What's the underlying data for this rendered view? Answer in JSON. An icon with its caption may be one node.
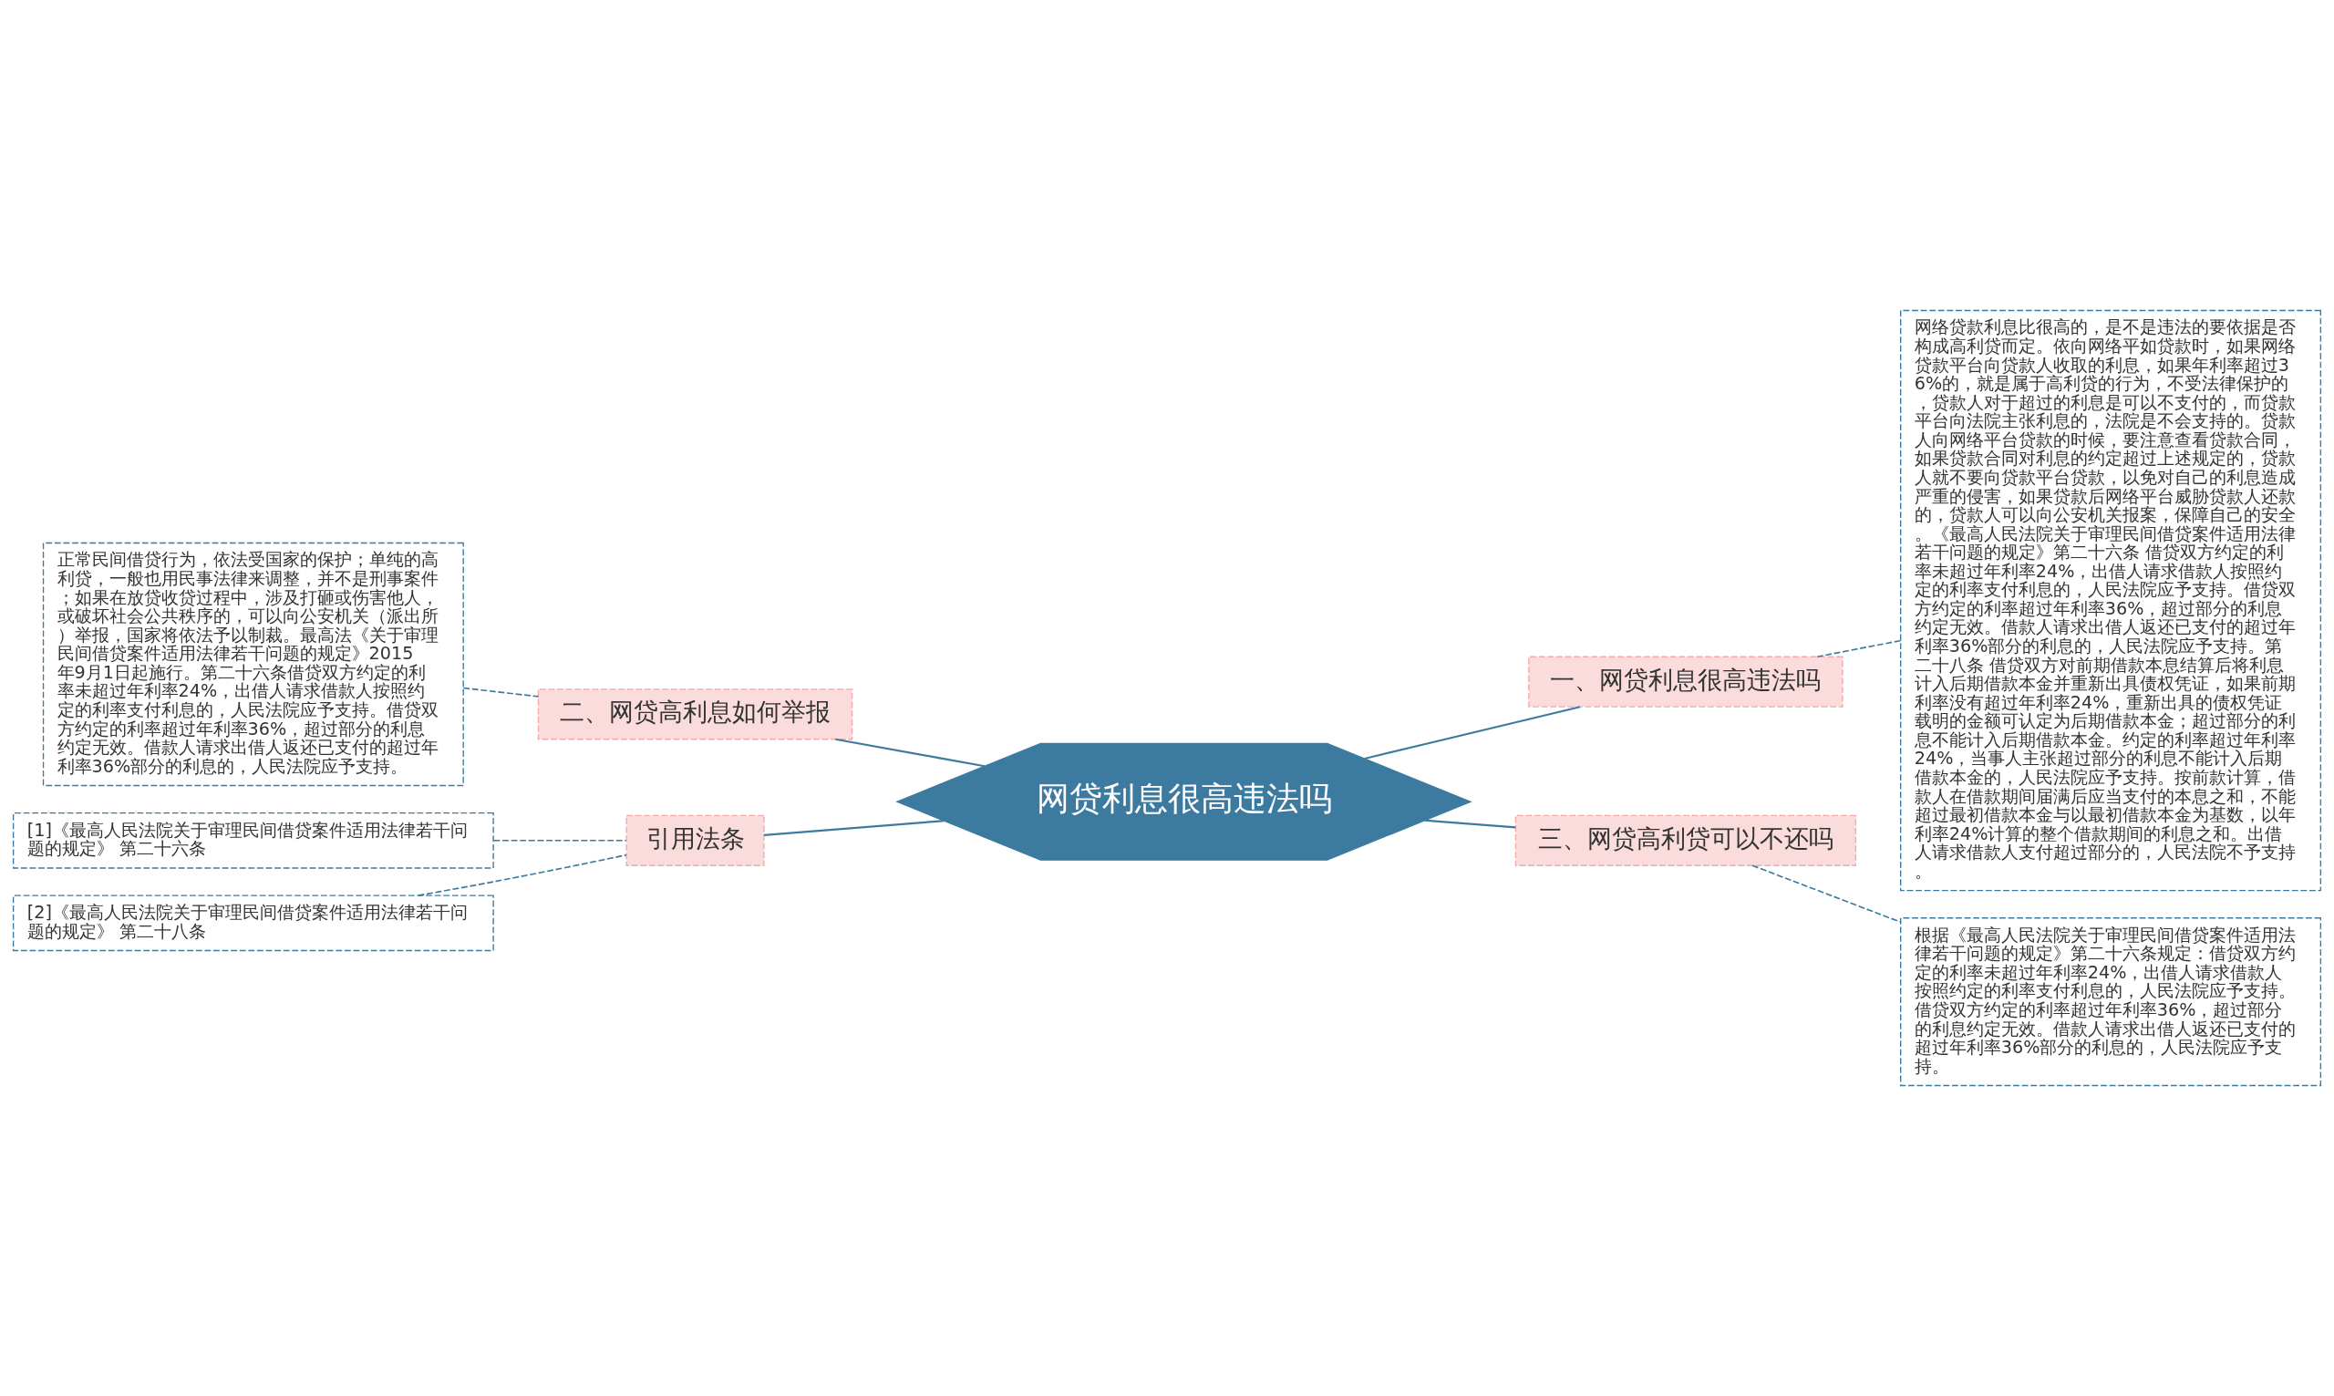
{
  "diagram": {
    "nodes": [
      {
        "text": [
          "网贷利息很高违法吗"
        ]
      },
      {
        "text": [
          "一、网贷利息很高违法吗"
        ]
      },
      {
        "text": [
          "网络贷款利息比很高的，是不是违法的要依据是否构成高利贷而定。依向网络平如贷款时，如果网络贷款平台向贷款人收取的利息，如果年利率超过36%的，就是属于高利贷的行为，不受法律保护的，贷款人对于超过的利息是可以不支付的，而贷款平台向法院主张利息的，法院是不会支持的。贷款人向网络平台贷款的时候，要注意查看贷款合同，如果贷款合同对利息的约定超过上述规定的，贷款人就不要向贷款平台贷款，以免对自己的利息造成严重的侵害，如果贷款后网络平台威胁贷款人还款的，贷款人可以向公安机关报案，保障自己的安全。《最高人民法院关于审理民间借贷案件适用法律若干问题的规定》第二十六条 借贷双方约定的利率未超过年利率24%，出借人请求借款人按照约定的利率支付利息的，人民法院应予支持。借贷双方约定的利率超过年利率36%，超过部分的利息约定无效。借款人请求出借人返还已支付的超过年利率36%部分的利息的，人民法院应予支持。第二十八条 借贷双方对前期借款本息结算后将利息计入后期借款本金并重新出具债权凭证，如果前期利率没有超过年利率24%，重新出具的债权凭证载明的金额可认定为后期借款本金；超过部分的利息不能计入后期借款本金。约定的利率超过年利率24%，当事人主张超过部分的利息不能计入后期借款本金的，人民法院应予支持。按前款计算，借款人在借款期间届满后应当支付的本息之和，不能超过最初借款本金与以最初借款本金为基数，以年利率24%计算的整个借款期间的利息之和。出借人请求借款人支付超过部分的，人民法院不予支持。"
        ]
      },
      {
        "text": [
          "二、网贷高利息如何举报"
        ]
      },
      {
        "text": [
          "正常民间借贷行为，依法受国家的保护；单纯的高利贷，一般也用民事法律来调整，并不是刑事案件；如果在放贷收贷过程中，涉及打砸或伤害他人，或破坏社会公共秩序的，可以向公安机关（派出所）举报，国家将依法予以制裁。最高法《关于审理民间借贷案件适用法律若干问题的规定》2015年9月1日起施行。第二十六条借贷双方约定的利率未超过年利率24%，出借人请求借款人按照约定的利率支付利息的，人民法院应予支持。借贷双方约定的利率超过年利率36%，超过部分的利息约定无效。借款人请求出借人返还已支付的超过年利率36%部分的利息的，人民法院应予支持。"
        ]
      },
      {
        "text": [
          "三、网贷高利贷可以不还吗"
        ]
      },
      {
        "text": [
          "根据《最高人民法院关于审理民间借贷案件适用法律若干问题的规定》第二十六条规定：借贷双方约定的利率未超过年利率24%，出借人请求借款人按照约定的利率支付利息的，人民法院应予支持。借贷双方约定的利率超过年利率36%，超过部分的利息约定无效。借款人请求出借人返还已支付的超过年利率36%部分的利息的，人民法院应予支持。"
        ]
      },
      {
        "text": [
          "引用法条"
        ]
      },
      {
        "text": [
          "[1]《最高人民法院关于审理民间借贷案件适用法律若干问题的规定》 第二十六条"
        ]
      },
      {
        "text": [
          "[2]《最高人民法院关于审理民间借贷案件适用法律若干问题的规定》 第二十八条"
        ]
      }
    ],
    "edges": [
      {
        "from": 0,
        "to": 1,
        "arrow": "none"
      },
      {
        "from": 1,
        "to": 2,
        "arrow": "none",
        "style": "dashed"
      },
      {
        "from": 0,
        "to": 3,
        "arrow": "none"
      },
      {
        "from": 3,
        "to": 4,
        "arrow": "none",
        "style": "dashed"
      },
      {
        "from": 0,
        "to": 5,
        "arrow": "none"
      },
      {
        "from": 5,
        "to": 6,
        "arrow": "none",
        "style": "dashed"
      },
      {
        "from": 0,
        "to": 7,
        "arrow": "none"
      },
      {
        "from": 7,
        "to": 8,
        "arrow": "none",
        "style": "dashed"
      },
      {
        "from": 7,
        "to": 9,
        "arrow": "none",
        "style": "dashed"
      }
    ]
  }
}
